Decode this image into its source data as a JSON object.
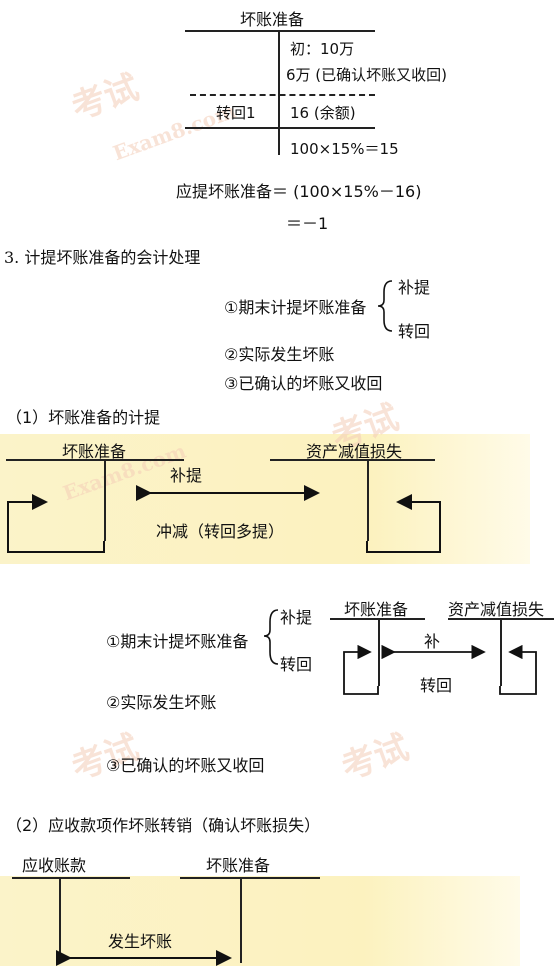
{
  "top": {
    "account_title": "坏账准备",
    "line1": "初：10万",
    "line2": "6万 (已确认坏账又收回)",
    "left_label": "转回1",
    "right_balance": "16 (余额)",
    "calc": "100×15%＝15",
    "formula1": "应提坏账准备＝ (100×15%－16)",
    "formula2": "＝－1"
  },
  "section3": {
    "heading": "3. 计提坏账准备的会计处理",
    "item1": "①期末计提坏账准备",
    "item1_a": "补提",
    "item1_b": "转回",
    "item2": "②实际发生坏账",
    "item3": "③已确认的坏账又收回"
  },
  "sub1": {
    "heading": "（1）坏账准备的计提",
    "left_account": "坏账准备",
    "right_account": "资产减值损失",
    "arrow_top": "补提",
    "arrow_bottom": "冲减（转回多提）"
  },
  "summary": {
    "item1": "①期末计提坏账准备",
    "item1_a": "补提",
    "item1_b": "转回",
    "item2": "②实际发生坏账",
    "item3": "③已确认的坏账又收回",
    "left_account": "坏账准备",
    "right_account": "资产减值损失",
    "arrow_top": "补",
    "arrow_bottom": "转回"
  },
  "sub2": {
    "heading": "（2）应收款项作坏账转销（确认坏账损失）",
    "left_account": "应收账款",
    "right_account": "坏账准备",
    "arrow_label": "发生坏账"
  },
  "watermark": {
    "text_cn": "考试",
    "text_en": "Exam8.com"
  },
  "colors": {
    "band": "#fcf2bf",
    "ink": "#111111",
    "watermark": "#f4cdb8"
  }
}
